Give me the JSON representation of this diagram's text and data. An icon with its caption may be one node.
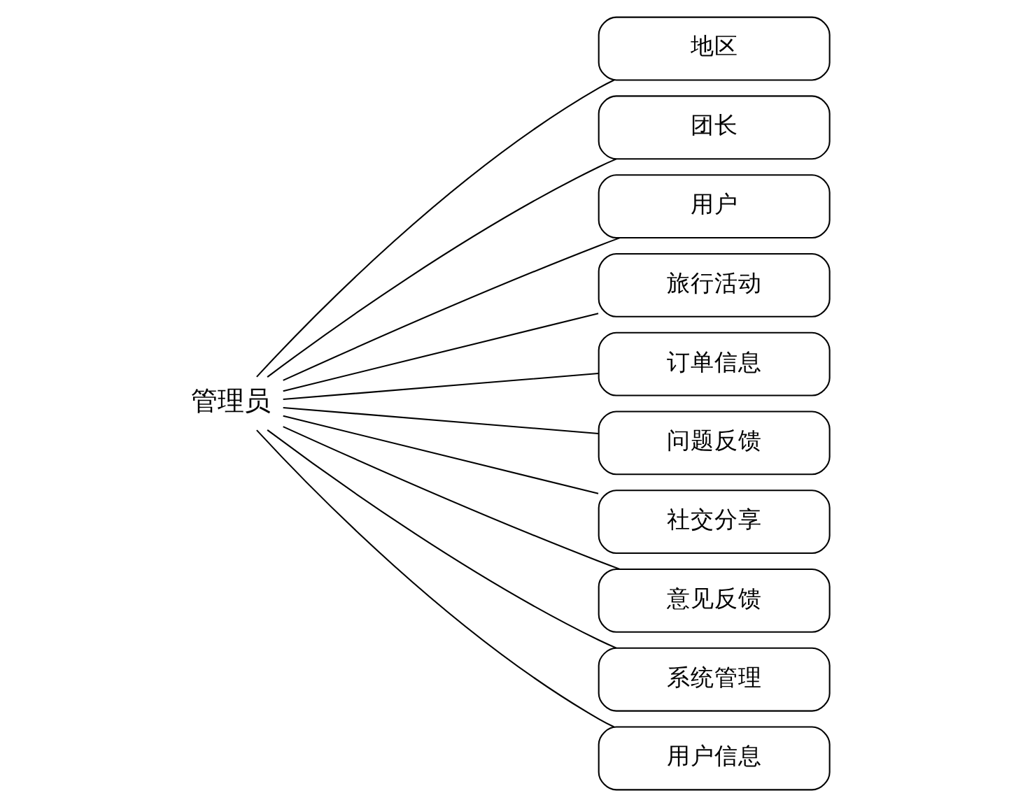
{
  "diagram": {
    "nodes": [
      {
        "text": [
          "管理员"
        ]
      },
      {
        "text": [
          "地区"
        ]
      },
      {
        "text": [
          "团长"
        ]
      },
      {
        "text": [
          "用户"
        ]
      },
      {
        "text": [
          "旅行活动"
        ]
      },
      {
        "text": [
          "订单信息"
        ]
      },
      {
        "text": [
          "问题反馈"
        ]
      },
      {
        "text": [
          "社交分享"
        ]
      },
      {
        "text": [
          "意见反馈"
        ]
      },
      {
        "text": [
          "系统管理"
        ]
      },
      {
        "text": [
          "用户信息"
        ]
      }
    ],
    "edges": [
      {
        "from": 0,
        "to": 1,
        "arrow": "none"
      },
      {
        "from": 0,
        "to": 2,
        "arrow": "none"
      },
      {
        "from": 0,
        "to": 3,
        "arrow": "none"
      },
      {
        "from": 0,
        "to": 4,
        "arrow": "none"
      },
      {
        "from": 0,
        "to": 5,
        "arrow": "none"
      },
      {
        "from": 0,
        "to": 6,
        "arrow": "none"
      },
      {
        "from": 0,
        "to": 7,
        "arrow": "none"
      },
      {
        "from": 0,
        "to": 8,
        "arrow": "none"
      },
      {
        "from": 0,
        "to": 9,
        "arrow": "none"
      },
      {
        "from": 0,
        "to": 10,
        "arrow": "none"
      }
    ]
  }
}
